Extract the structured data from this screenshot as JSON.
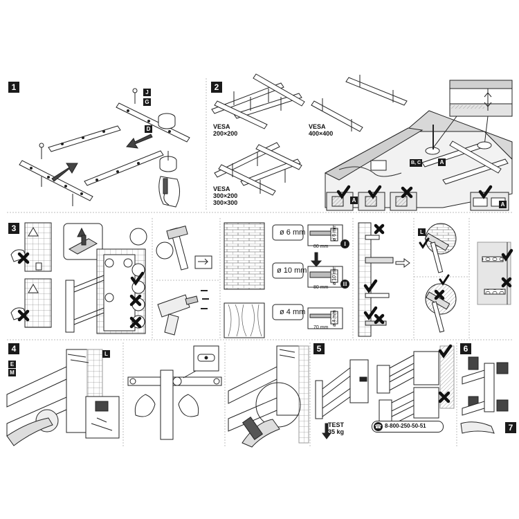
{
  "steps": [
    "1",
    "2",
    "3",
    "4",
    "5",
    "6",
    "7"
  ],
  "step1": {
    "tags": [
      "J",
      "G",
      "D"
    ]
  },
  "step2": {
    "vesa_a": "VESA\n200×200",
    "vesa_b": "VESA\n400×400",
    "vesa_c": "VESA\n300×200\n300×300",
    "tags": [
      "B, C",
      "A",
      "A",
      "A"
    ]
  },
  "step3": {
    "drill_sizes": [
      "ø 6 mm",
      "ø 10 mm",
      "ø 4 mm"
    ],
    "depths": [
      "80 mm",
      "80 mm",
      "70 mm"
    ],
    "side_dims": [
      "ø 6 mm",
      "ø 10 mm",
      "ø 4 mm"
    ],
    "roman": [
      "I",
      "II"
    ],
    "tag_l": "L"
  },
  "step4": {
    "tags": [
      "E",
      "M",
      "L"
    ]
  },
  "step5": {
    "test_label": "TEST\n35 kg",
    "phone": "8-800-250-50-51"
  },
  "colors": {
    "ink": "#1a1a1a",
    "line": "#333333",
    "gray": "#9a9a9a",
    "light": "#dcdcdc"
  }
}
